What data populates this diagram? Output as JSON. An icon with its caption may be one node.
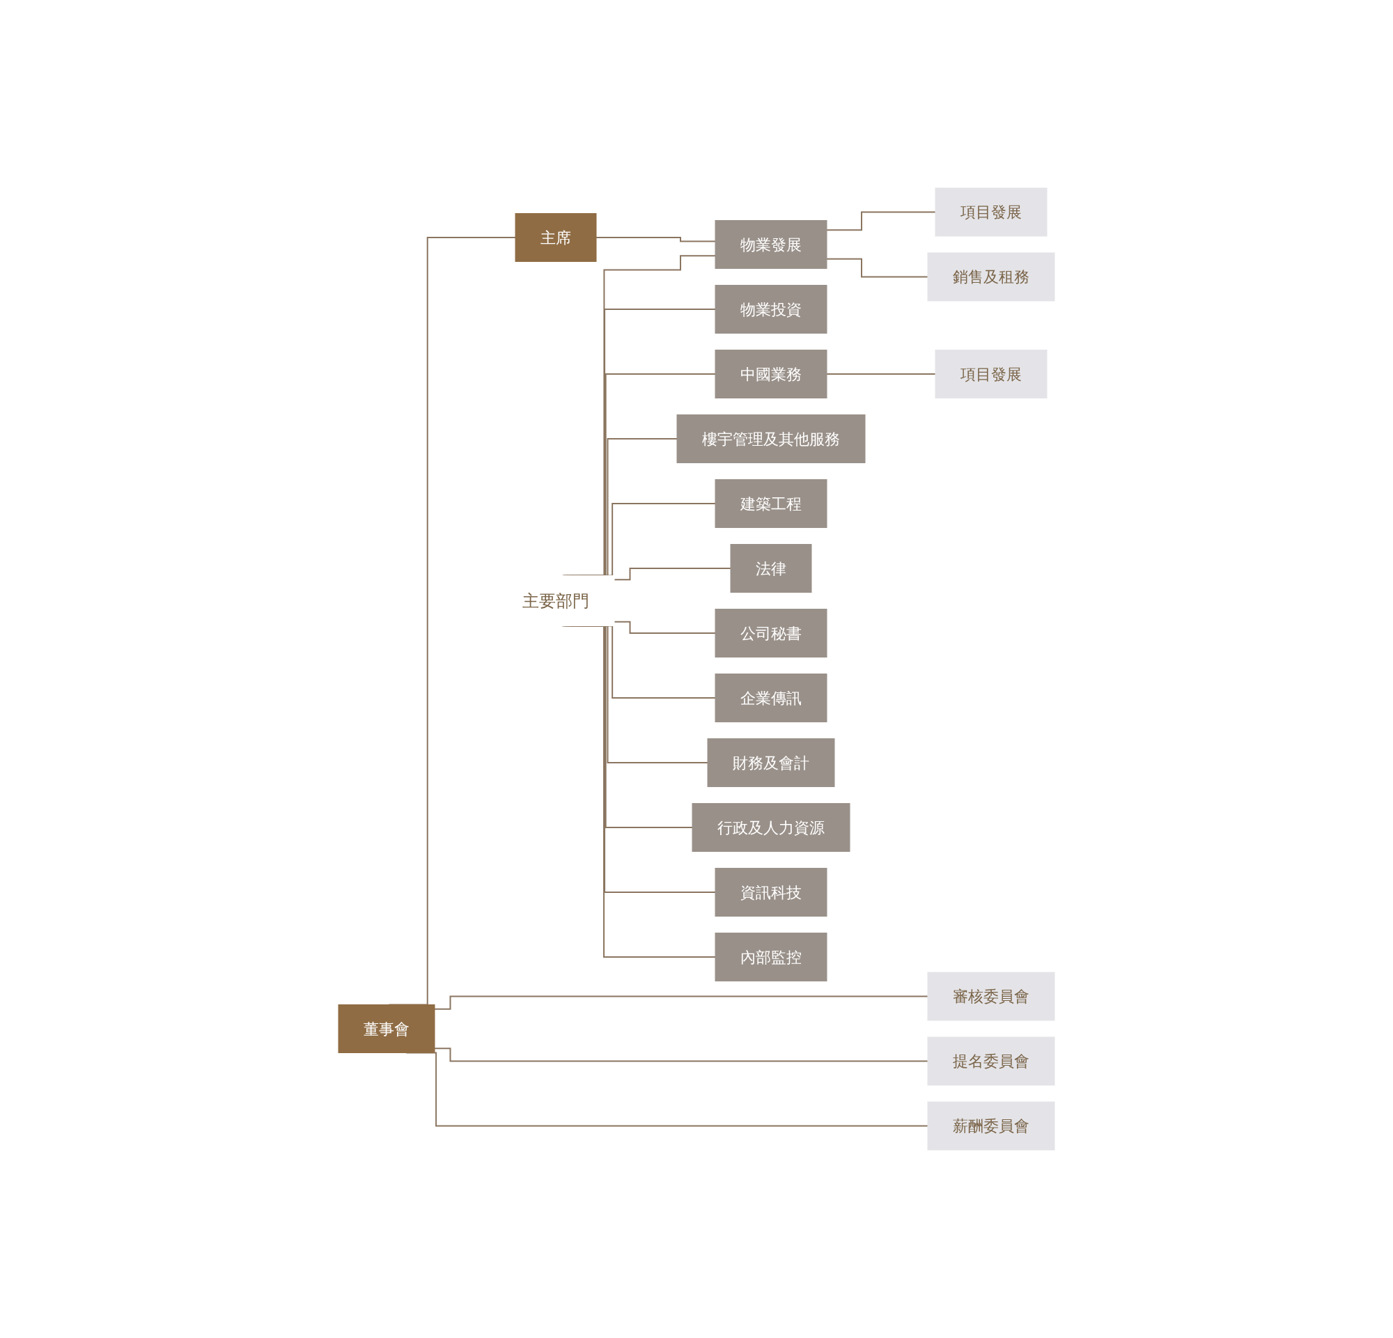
{
  "diagram": {
    "nodes": [
      {
        "text": [
          "董事會"
        ]
      },
      {
        "text": [
          "主席"
        ]
      },
      {
        "text": [
          "審核委員會"
        ]
      },
      {
        "text": [
          "提名委員會"
        ]
      },
      {
        "text": [
          "薪酬委員會"
        ]
      },
      {
        "text": [
          "主要部門"
        ]
      },
      {
        "text": [
          "物業發展"
        ]
      },
      {
        "text": [
          "項目發展"
        ]
      },
      {
        "text": [
          "銷售及租務"
        ]
      },
      {
        "text": [
          "物業投資"
        ]
      },
      {
        "text": [
          "中國業務"
        ]
      },
      {
        "text": [
          "項目發展"
        ]
      },
      {
        "text": [
          "樓宇管理及其他服務"
        ]
      },
      {
        "text": [
          "建築工程"
        ]
      },
      {
        "text": [
          "法律"
        ]
      },
      {
        "text": [
          "公司秘書"
        ]
      },
      {
        "text": [
          "企業傳訊"
        ]
      },
      {
        "text": [
          "財務及會計"
        ]
      },
      {
        "text": [
          "行政及人力資源"
        ]
      },
      {
        "text": [
          "資訊科技"
        ]
      },
      {
        "text": [
          "內部監控"
        ]
      }
    ],
    "edges": [
      {
        "from": 0,
        "to": 1,
        "arrow": "none"
      },
      {
        "from": 0,
        "to": 2,
        "arrow": "none"
      },
      {
        "from": 0,
        "to": 3,
        "arrow": "none"
      },
      {
        "from": 0,
        "to": 4,
        "arrow": "none"
      },
      {
        "from": 1,
        "to": 6,
        "arrow": "none"
      },
      {
        "from": 6,
        "to": 7,
        "arrow": "none"
      },
      {
        "from": 6,
        "to": 8,
        "arrow": "none"
      },
      {
        "from": 10,
        "to": 11,
        "arrow": "none"
      },
      {
        "from": 5,
        "to": 6,
        "arrow": "none"
      },
      {
        "from": 5,
        "to": 9,
        "arrow": "none"
      },
      {
        "from": 5,
        "to": 10,
        "arrow": "none"
      },
      {
        "from": 5,
        "to": 12,
        "arrow": "none"
      },
      {
        "from": 5,
        "to": 13,
        "arrow": "none"
      },
      {
        "from": 5,
        "to": 14,
        "arrow": "none"
      },
      {
        "from": 5,
        "to": 15,
        "arrow": "none"
      },
      {
        "from": 5,
        "to": 16,
        "arrow": "none"
      },
      {
        "from": 5,
        "to": 17,
        "arrow": "none"
      },
      {
        "from": 5,
        "to": 18,
        "arrow": "none"
      },
      {
        "from": 5,
        "to": 19,
        "arrow": "none"
      },
      {
        "from": 5,
        "to": 20,
        "arrow": "none"
      }
    ]
  }
}
